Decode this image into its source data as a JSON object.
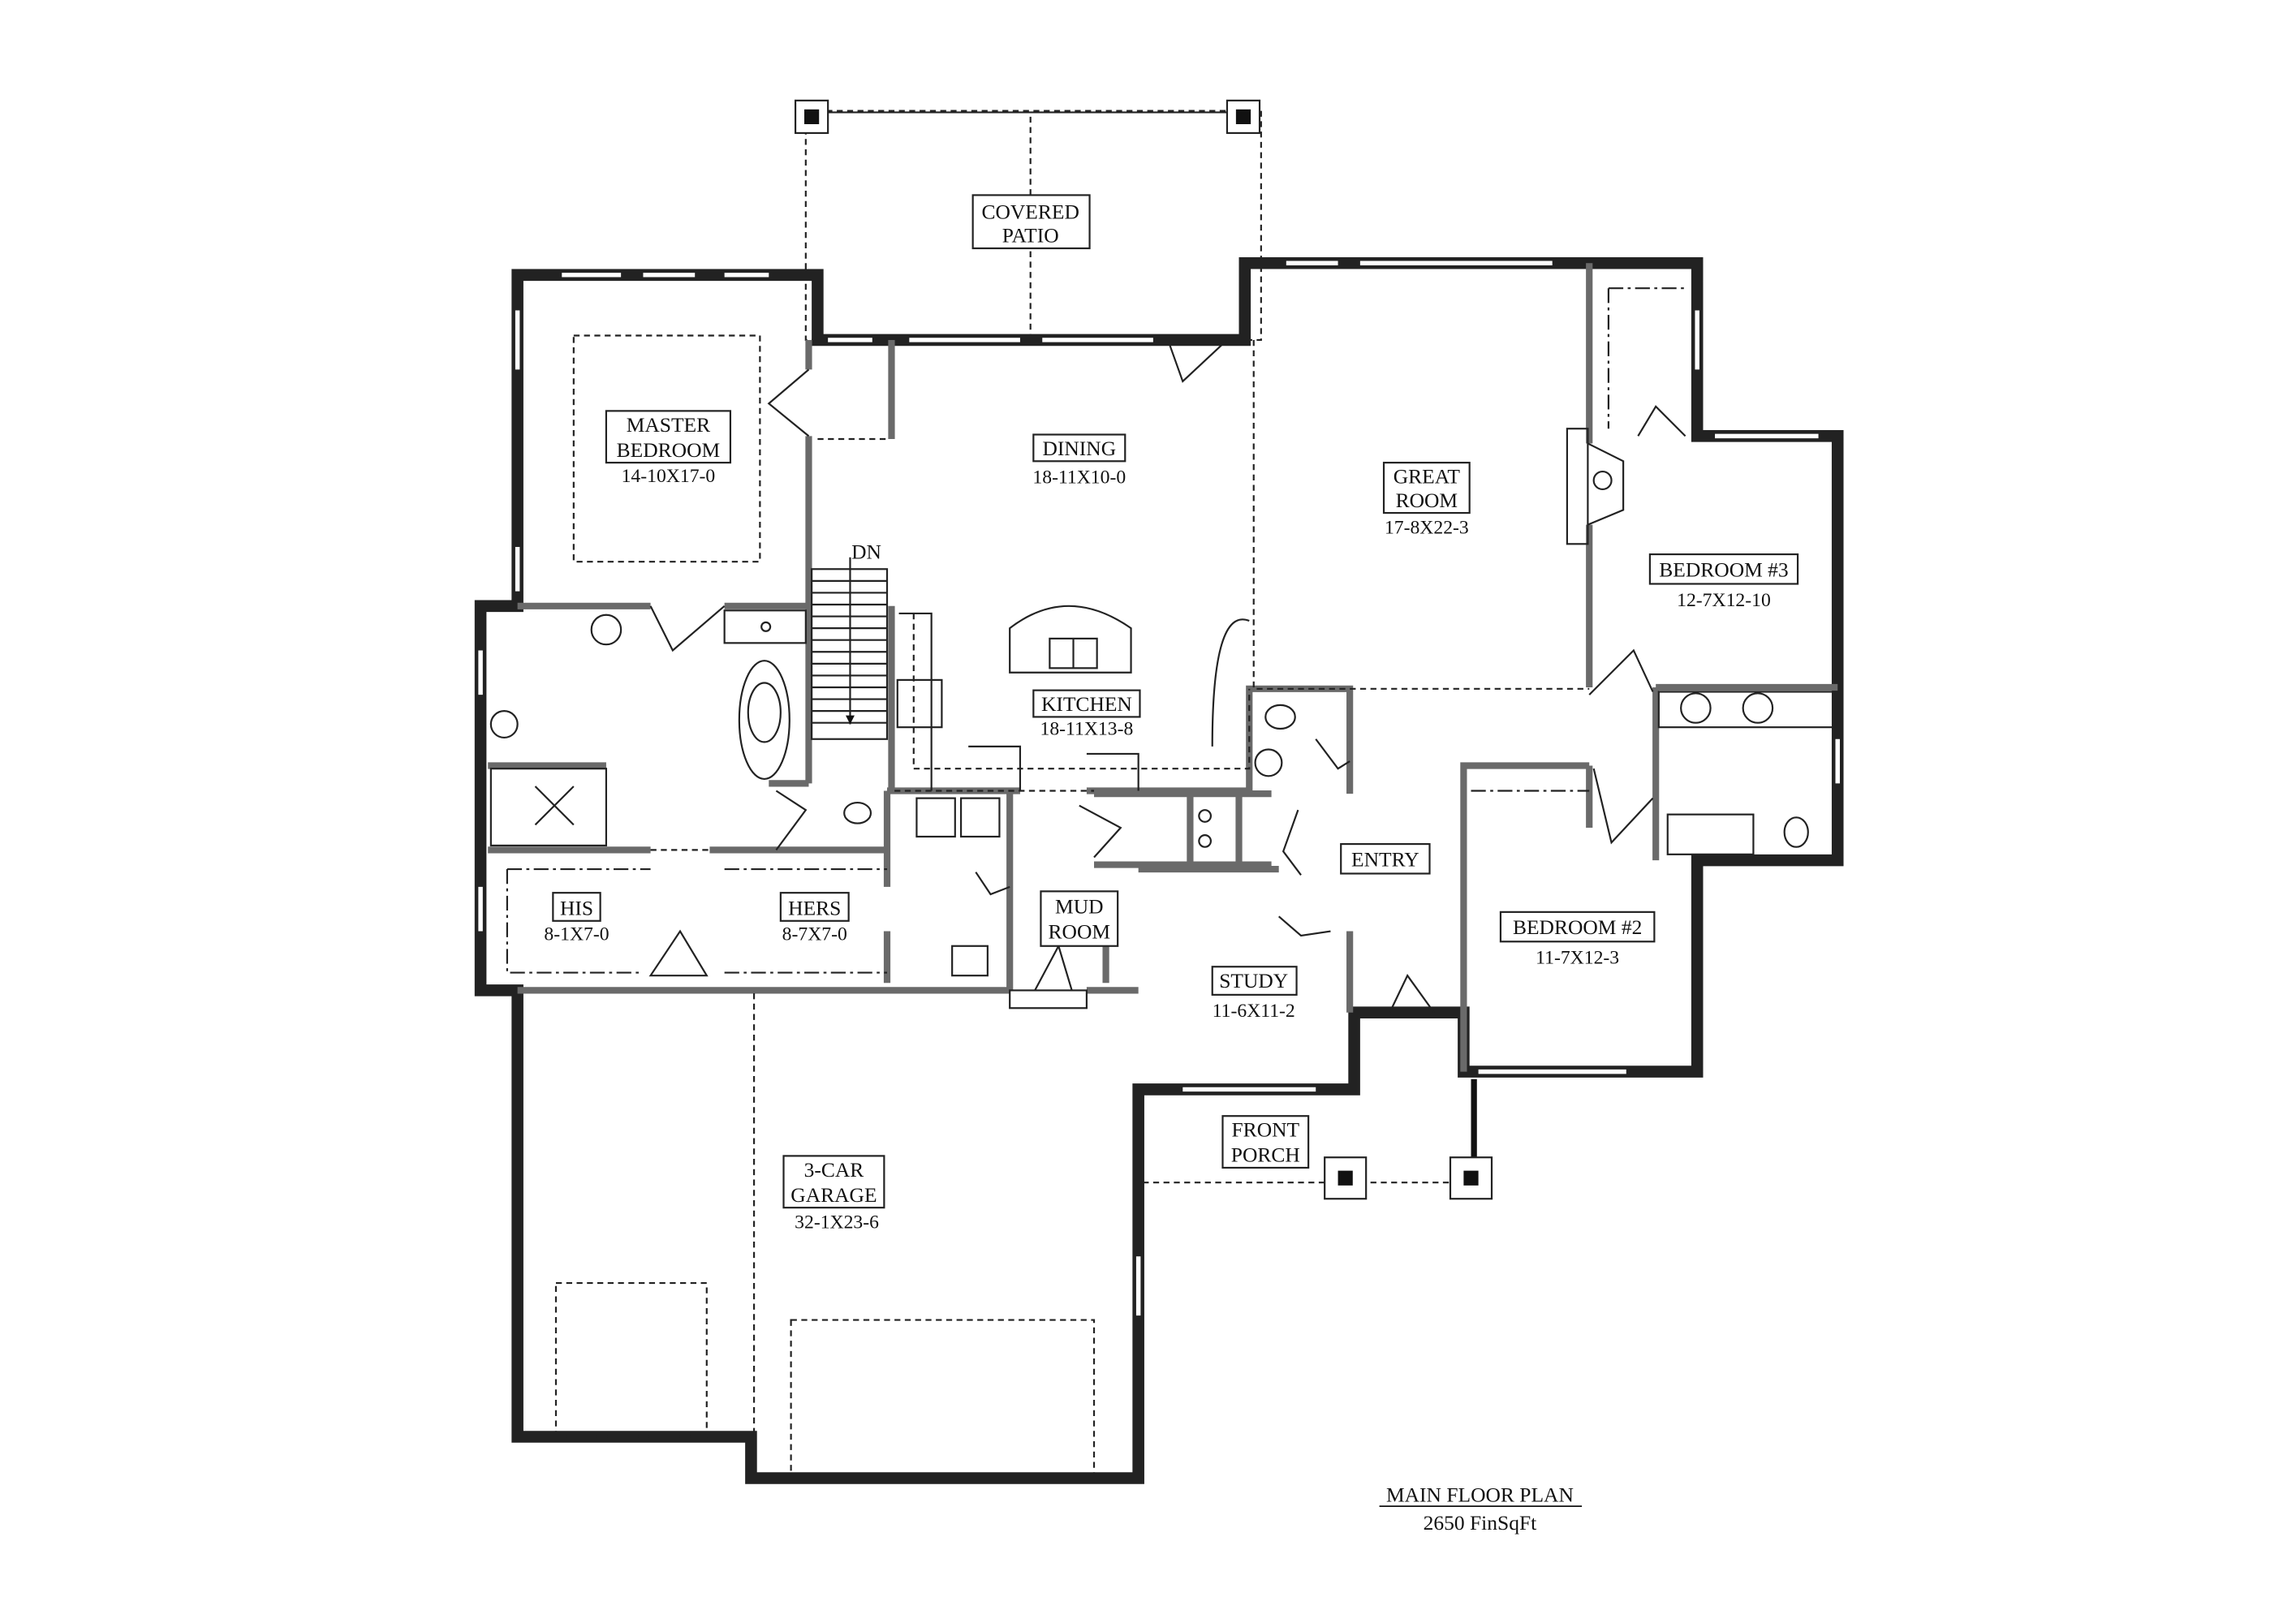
{
  "plan": {
    "title": "MAIN FLOOR PLAN",
    "subtitle": "2650 FinSqFt",
    "stair_label": "DN"
  },
  "rooms": {
    "covered_patio": {
      "name_line1": "COVERED",
      "name_line2": "PATIO"
    },
    "master_bedroom": {
      "name_line1": "MASTER",
      "name_line2": "BEDROOM",
      "dims": "14-10X17-0"
    },
    "dining": {
      "name": "DINING",
      "dims": "18-11X10-0"
    },
    "great_room": {
      "name_line1": "GREAT",
      "name_line2": "ROOM",
      "dims": "17-8X22-3"
    },
    "bedroom_3": {
      "name": "BEDROOM #3",
      "dims": "12-7X12-10"
    },
    "kitchen": {
      "name": "KITCHEN",
      "dims": "18-11X13-8"
    },
    "entry": {
      "name": "ENTRY"
    },
    "bedroom_2": {
      "name": "BEDROOM #2",
      "dims": "11-7X12-3"
    },
    "study": {
      "name": "STUDY",
      "dims": "11-6X11-2"
    },
    "mud_room": {
      "name_line1": "MUD",
      "name_line2": "ROOM"
    },
    "his": {
      "name": "HIS",
      "dims": "8-1X7-0"
    },
    "hers": {
      "name": "HERS",
      "dims": "8-7X7-0"
    },
    "front_porch": {
      "name_line1": "FRONT",
      "name_line2": "PORCH"
    },
    "garage": {
      "name_line1": "3-CAR",
      "name_line2": "GARAGE",
      "dims": "32-1X23-6"
    }
  }
}
